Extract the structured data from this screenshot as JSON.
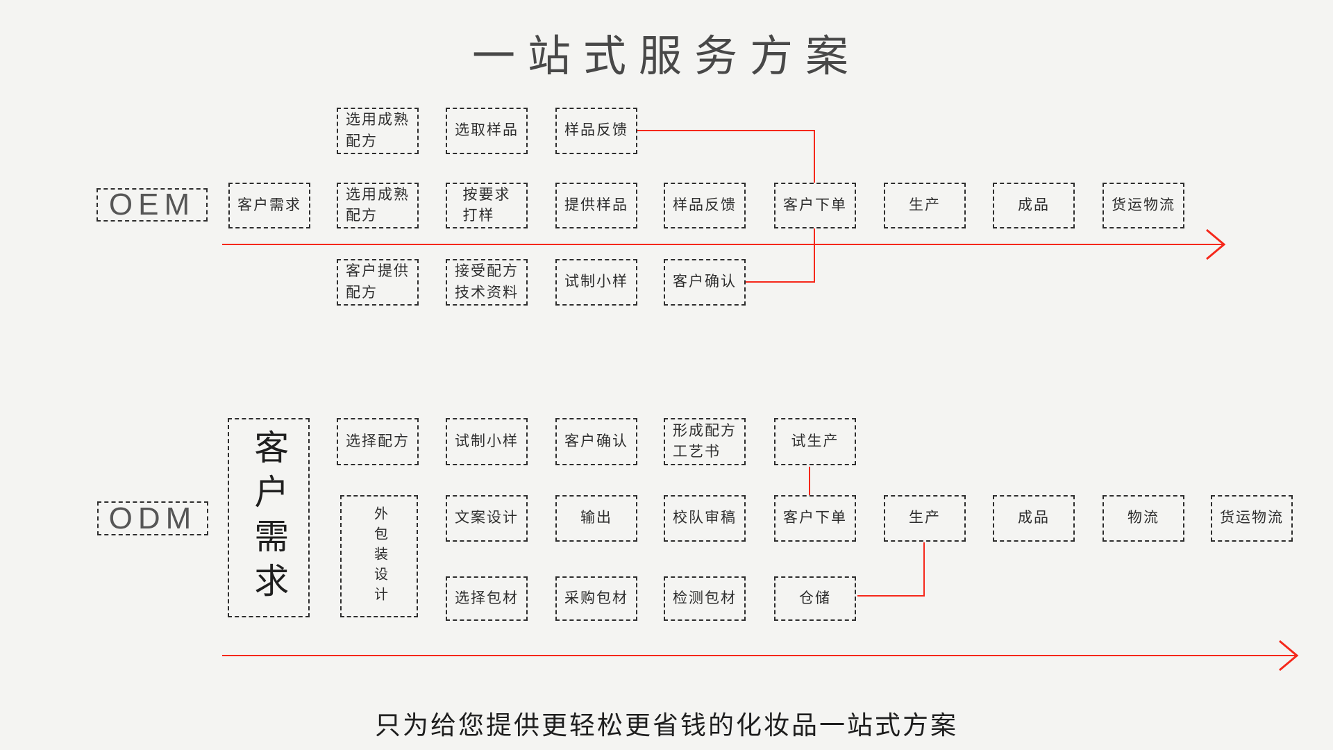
{
  "title": "一站式服务方案",
  "caption": "只为给您提供更轻松更省钱的化妆品一站式方案",
  "colors": {
    "accent_red": "#f5281b",
    "box_border": "#2d2d2d",
    "background": "#f4f4f2",
    "text": "#2e2e2e"
  },
  "oem": {
    "label": "OEM",
    "top_row": [
      "选用成熟\n配方",
      "选取样品",
      "样品反馈"
    ],
    "main_row": [
      "客户需求",
      "选用成熟\n配方",
      "按要求\n打样",
      "提供样品",
      "样品反馈",
      "客户下单",
      "生产",
      "成品",
      "货运物流"
    ],
    "bottom_row": [
      "客户提供\n配方",
      "接受配方\n技术资料",
      "试制小样",
      "客户确认"
    ]
  },
  "odm": {
    "label": "ODM",
    "customer_needs": "客户需求",
    "packaging_design": "外包装设计",
    "top_row": [
      "选择配方",
      "试制小样",
      "客户确认",
      "形成配方\n工艺书",
      "试生产"
    ],
    "main_row": [
      "文案设计",
      "输出",
      "校队审稿",
      "客户下单",
      "生产",
      "成品",
      "物流",
      "货运物流"
    ],
    "bottom_row": [
      "选择包材",
      "采购包材",
      "检测包材",
      "仓储"
    ]
  }
}
